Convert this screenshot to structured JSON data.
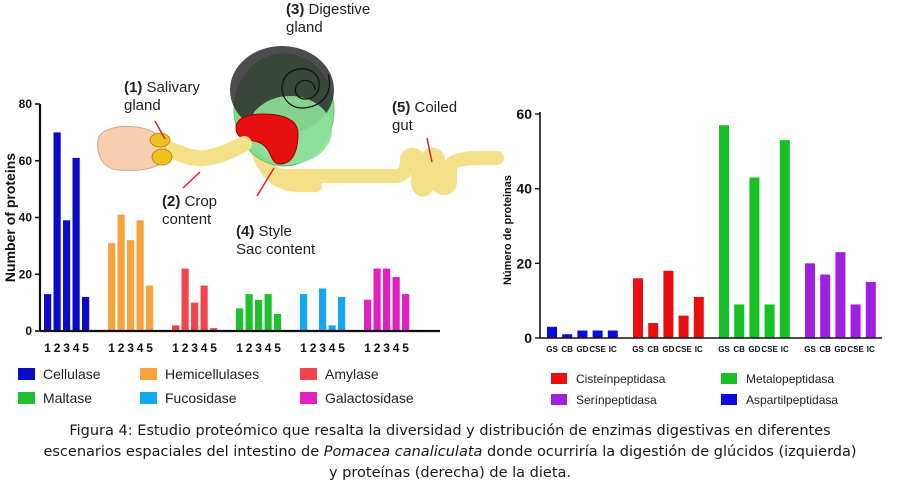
{
  "chart_data": [
    {
      "type": "bar",
      "ylabel": "Number of proteins",
      "ylim": [
        0,
        80
      ],
      "yticks": [
        0,
        20,
        40,
        60,
        80
      ],
      "group_tick_labels": [
        "1",
        "2",
        "3",
        "4",
        "5"
      ],
      "series": [
        {
          "name": "Cellulase",
          "color": "#0a0ac8",
          "values": [
            13,
            70,
            39,
            61,
            12
          ]
        },
        {
          "name": "Hemicellulases",
          "color": "#f7a23c",
          "values": [
            31,
            41,
            32,
            39,
            16
          ]
        },
        {
          "name": "Amylase",
          "color": "#f2444c",
          "values": [
            2,
            22,
            10,
            16,
            1
          ]
        },
        {
          "name": "Maltase",
          "color": "#20c030",
          "values": [
            8,
            13,
            11,
            13,
            6
          ]
        },
        {
          "name": "Fucosidase",
          "color": "#17a6f0",
          "values": [
            13,
            0,
            15,
            2,
            12
          ]
        },
        {
          "name": "Galactosidase",
          "color": "#e020c0",
          "values": [
            11,
            22,
            22,
            19,
            13
          ]
        }
      ]
    },
    {
      "type": "bar",
      "ylabel": "Número de proteinas",
      "ylim": [
        0,
        60
      ],
      "yticks": [
        0,
        20,
        40,
        60
      ],
      "group_tick_labels": [
        "GS",
        "CB",
        "GD",
        "CSE",
        "IC"
      ],
      "series": [
        {
          "name": "Aspartilpeptidasa",
          "color": "#0a0ae0",
          "values": [
            3,
            1,
            2,
            2,
            2
          ]
        },
        {
          "name": "Cisteínpeptidasa",
          "color": "#e81010",
          "values": [
            16,
            4,
            18,
            6,
            11
          ]
        },
        {
          "name": "Metalopeptidasa",
          "color": "#18c028",
          "values": [
            57,
            9,
            43,
            9,
            53
          ]
        },
        {
          "name": "Serínpeptidasa",
          "color": "#a020e0",
          "values": [
            20,
            17,
            23,
            9,
            15
          ]
        }
      ]
    }
  ],
  "legend_left": [
    "Cellulase",
    "Hemicellulases",
    "Amylase",
    "Maltase",
    "Fucosidase",
    "Galactosidase"
  ],
  "legend_right": [
    "Cisteínpeptidasa",
    "Metalopeptidasa",
    "Serínpeptidasa",
    "Aspartilpeptidasa"
  ],
  "illustration": {
    "l1_num": "(1)",
    "l1_a": " Salivary",
    "l1_b": "gland",
    "l2_num": "(2)",
    "l2_a": " Crop",
    "l2_b": "content",
    "l3_num": "(3)",
    "l3_a": " Digestive",
    "l3_b": "gland",
    "l4_num": "(4)",
    "l4_a": " Style",
    "l4_b": "Sac content",
    "l5_num": "(5)",
    "l5_a": " Coiled",
    "l5_b": "gut"
  },
  "caption": {
    "label": "Figura 4:",
    "text1": " Estudio proteómico que resalta la diversidad y distribución de enzimas digestivas en diferentes escenarios espaciales del intestino de ",
    "species": "Pomacea canaliculata",
    "text2": " donde ocurriría la digestión de glúcidos (izquierda) y proteínas (derecha) de la dieta."
  }
}
